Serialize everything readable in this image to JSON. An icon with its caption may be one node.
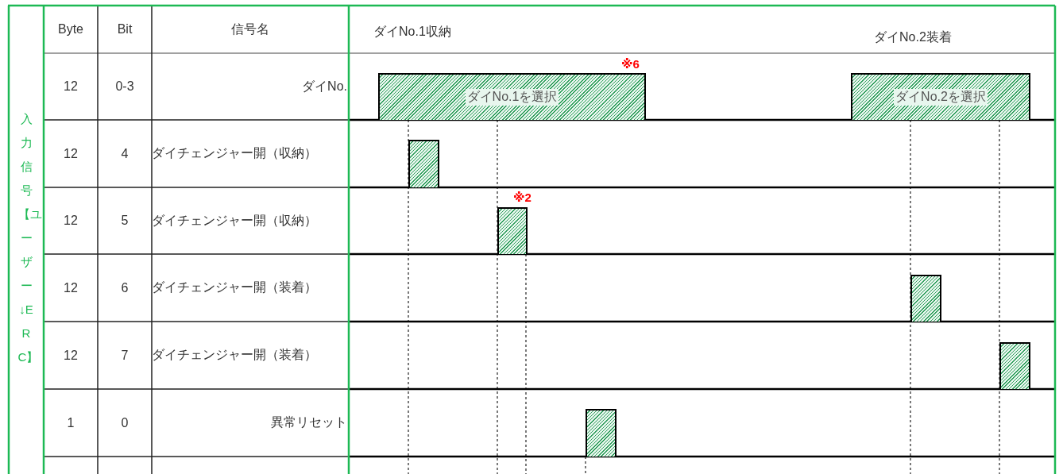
{
  "diagram": {
    "nodes": [
      {
        "text": [
          "ダイNo.1を選択"
        ],
        "beside": [
          "※6"
        ]
      },
      {
        "text": [
          "ダイNo.2を選択"
        ]
      },
      {
        "text": [],
        "shape": "box"
      },
      {
        "text": [],
        "shape": "box",
        "beside": [
          "※2"
        ]
      },
      {
        "text": [],
        "shape": "box"
      },
      {
        "text": [],
        "shape": "box"
      },
      {
        "text": [],
        "shape": "box"
      }
    ],
    "edges": [],
    "labels": [
      "入力信号【ユーザー↓ERC】",
      "Byte",
      "Bit",
      "信号名",
      "ダイNo.1収納",
      "ダイNo.2装着",
      "12",
      "0-3",
      "ダイNo.",
      "12",
      "4",
      "ダイチェンジャー開（収納）",
      "12",
      "5",
      "ダイチェンジャー開（収納）",
      "12",
      "6",
      "ダイチェンジャー開（装着）",
      "12",
      "7",
      "ダイチェンジャー開（装着）",
      "1",
      "0",
      "異常リセット"
    ]
  }
}
